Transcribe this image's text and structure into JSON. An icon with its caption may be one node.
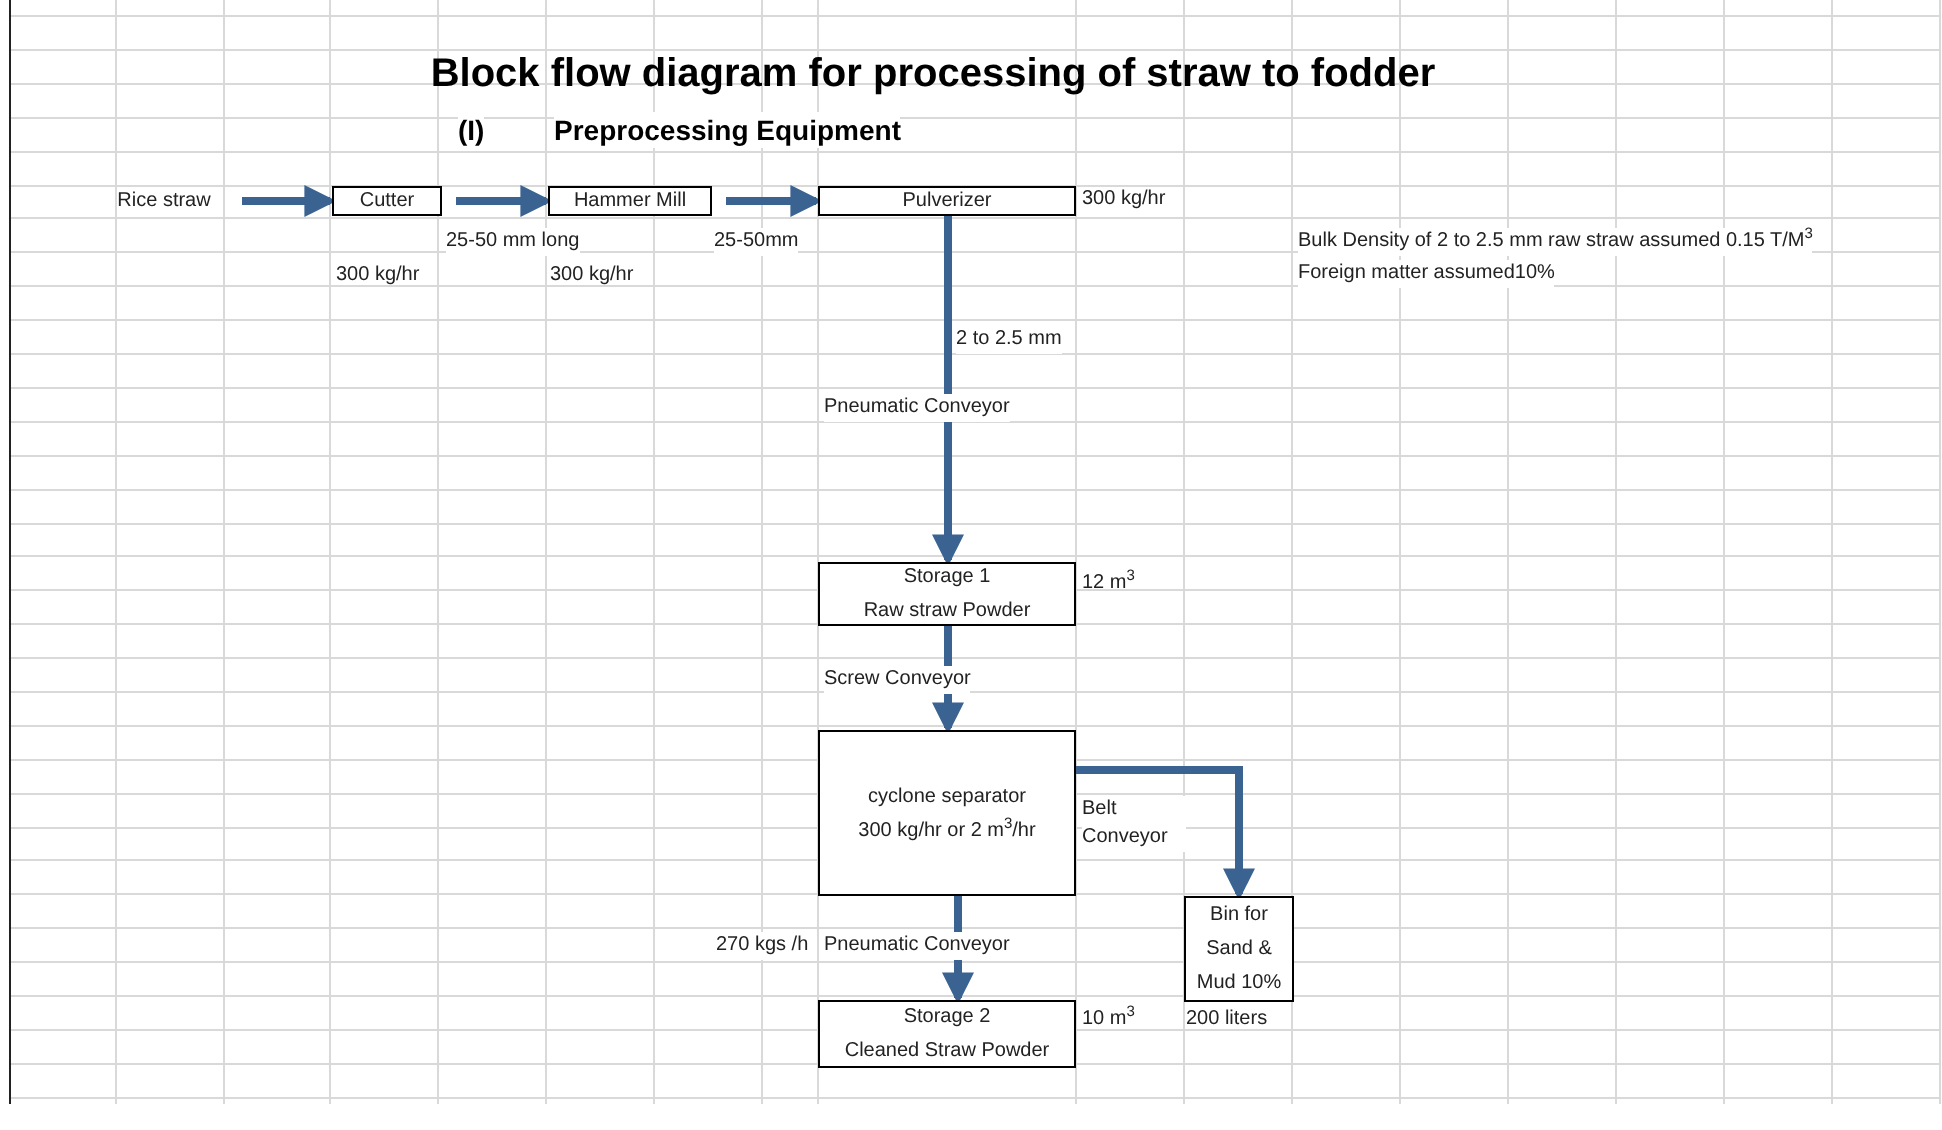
{
  "diagram": {
    "title": "Block flow diagram for processing of straw to fodder",
    "nodes": [
      {
        "text": [
          "Rice straw"
        ]
      },
      {
        "text": [
          "Cutter"
        ],
        "beside": [
          "300 kg/hr"
        ]
      },
      {
        "text": [
          "Hammer Mill"
        ],
        "beside": [
          "300 kg/hr"
        ]
      },
      {
        "text": [
          "Pulverizer"
        ],
        "beside": [
          "300 kg/hr"
        ]
      },
      {
        "text": [
          "Storage 1",
          "Raw straw Powder"
        ],
        "beside": [
          "12 m$^{3}$"
        ]
      },
      {
        "text": [
          "cyclone separator",
          "300 kg/hr or 2 m$^{3}$/hr"
        ]
      },
      {
        "text": [
          "Bin for Sand & Mud 10%"
        ],
        "beside": [
          "200 liters"
        ]
      },
      {
        "text": [
          "Storage 2",
          "Cleaned Straw Powder"
        ],
        "beside": [
          "10 m$^{3}$"
        ]
      }
    ],
    "edges": [
      {
        "from": 0,
        "to": 1,
        "arrow": "to"
      },
      {
        "from": 1,
        "to": 2,
        "arrow": "to"
      },
      {
        "from": 2,
        "to": 3,
        "arrow": "to"
      },
      {
        "from": 3,
        "to": 4,
        "arrow": "to"
      },
      {
        "from": 4,
        "to": 5,
        "arrow": "to"
      },
      {
        "from": 5,
        "to": 6,
        "arrow": "to"
      },
      {
        "from": 5,
        "to": 7,
        "arrow": "to"
      }
    ],
    "labels": [
      "(I)",
      "Preprocessing Equipment",
      "25-50 mm long",
      "25-50mm",
      "Bulk Density of 2 to 2.5 mm raw straw assumed 0.15 T/M$^{3}$",
      "Foreign matter assumed10%",
      "2 to  2.5 mm",
      "Pneumatic Conveyor",
      "Screw Conveyor",
      "Belt Conveyor",
      "270 kgs /h",
      "Pneumatic Conveyor"
    ]
  }
}
